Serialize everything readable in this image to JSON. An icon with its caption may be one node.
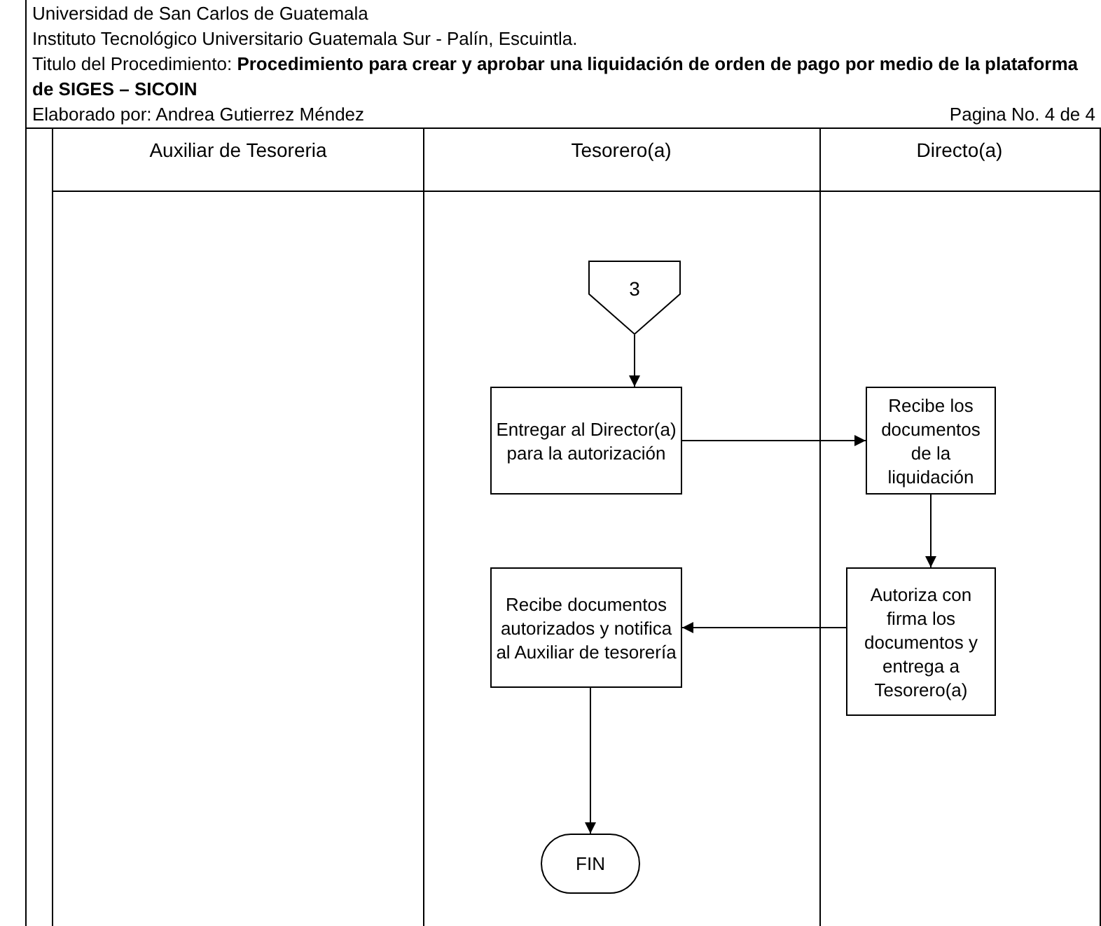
{
  "diagram": {
    "nodes": [
      {
        "text": [
          "Auxiliar de Tesoreria"
        ]
      },
      {
        "text": [
          "Tesorero(a)"
        ]
      },
      {
        "text": [
          "Directo(a)"
        ]
      },
      {
        "text": [
          "3"
        ],
        "in": 1
      },
      {
        "text": [
          "Entregar al Director(a) para la autorización"
        ],
        "in": 1
      },
      {
        "text": [
          "Recibe los documentos de la liquidación"
        ],
        "in": 2
      },
      {
        "text": [
          "Autoriza con firma los documentos y entrega a Tesorero(a)"
        ],
        "in": 2
      },
      {
        "text": [
          "Recibe documentos autorizados y notifica al Auxiliar de tesorería"
        ],
        "in": 1
      },
      {
        "text": [
          "FIN"
        ],
        "in": 1
      }
    ],
    "edges": [
      {
        "from": 3,
        "to": 4,
        "arrow": "to"
      },
      {
        "from": 4,
        "to": 5,
        "arrow": "to"
      },
      {
        "from": 5,
        "to": 6,
        "arrow": "to"
      },
      {
        "from": 6,
        "to": 7,
        "arrow": "to"
      },
      {
        "from": 7,
        "to": 8,
        "arrow": "to"
      }
    ],
    "labels": [
      "Universidad de San Carlos de Guatemala",
      "Instituto Tecnológico Universitario Guatemala Sur -  Palín, Escuintla.",
      "Titulo del Procedimiento: **Procedimiento para crear y aprobar una liquidación de orden de pago por medio de la plataforma de SIGES – SICOIN**",
      "Elaborado por: Andrea Gutierrez Méndez",
      "Pagina No. 4 de 4"
    ]
  }
}
